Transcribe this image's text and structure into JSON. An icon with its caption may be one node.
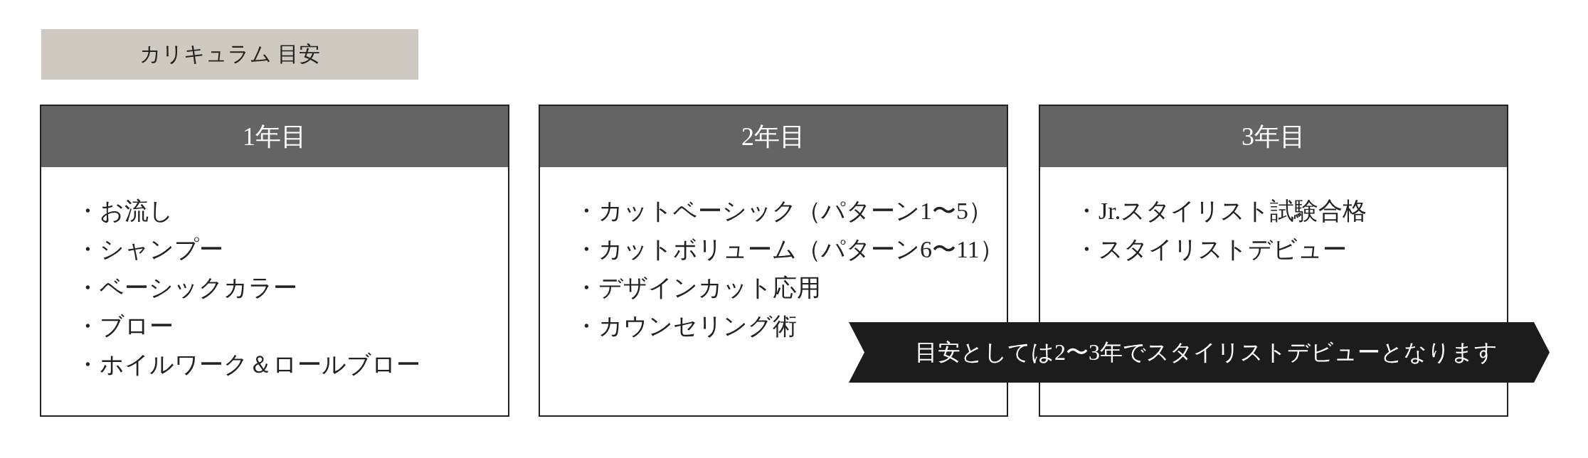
{
  "diagram": {
    "title": "カリキュラム 目安",
    "nodes": [
      {
        "text": [
          "1年目",
          "・お流し",
          "・シャンプー",
          "・ベーシックカラー",
          "・ブロー",
          "・ホイルワーク＆ロールブロー"
        ]
      },
      {
        "text": [
          "2年目",
          "・カットベーシック（パターン1〜5）",
          "・カットボリューム（パターン6〜11）",
          "・デザインカット応用",
          "・カウンセリング術"
        ]
      },
      {
        "text": [
          "3年目",
          "・Jr.スタイリスト試験合格",
          "・スタイリストデビュー"
        ]
      },
      {
        "text": [
          "目安としては2〜3年でスタイリストデビューとなります"
        ]
      }
    ]
  }
}
